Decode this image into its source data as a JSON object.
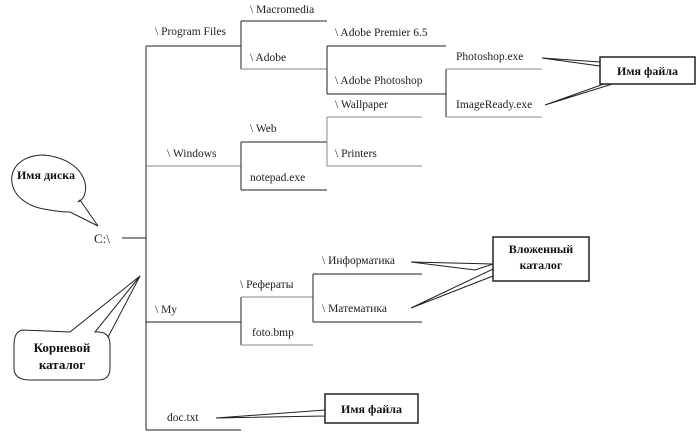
{
  "diagram": {
    "root": "C:\\",
    "nodes": {
      "program_files": "\\ Program Files",
      "macromedia": "\\ Macromedia",
      "adobe": "\\ Adobe",
      "adobe_premier": "\\ Adobe Premier 6.5",
      "adobe_photoshop": "\\ Adobe Photoshop",
      "photoshop_exe": "Photoshop.exe",
      "imageready_exe": "ImageReady.exe",
      "windows": "\\ Windows",
      "web": "\\ Web",
      "wallpaper": "\\ Wallpaper",
      "printers": "\\ Printers",
      "notepad": "notepad.exe",
      "my": "\\ My",
      "referaty": "\\ Рефераты",
      "informatika": "\\ Информатика",
      "matematika": "\\ Математика",
      "foto": "foto.bmp",
      "doc": "doc.txt"
    },
    "callouts": {
      "disk_name": "Имя диска",
      "file_name_top": "Имя файла",
      "nested_dir": "Вложенный каталог",
      "root_dir": "Корневой каталог",
      "file_name_bottom": "Имя файла"
    }
  }
}
